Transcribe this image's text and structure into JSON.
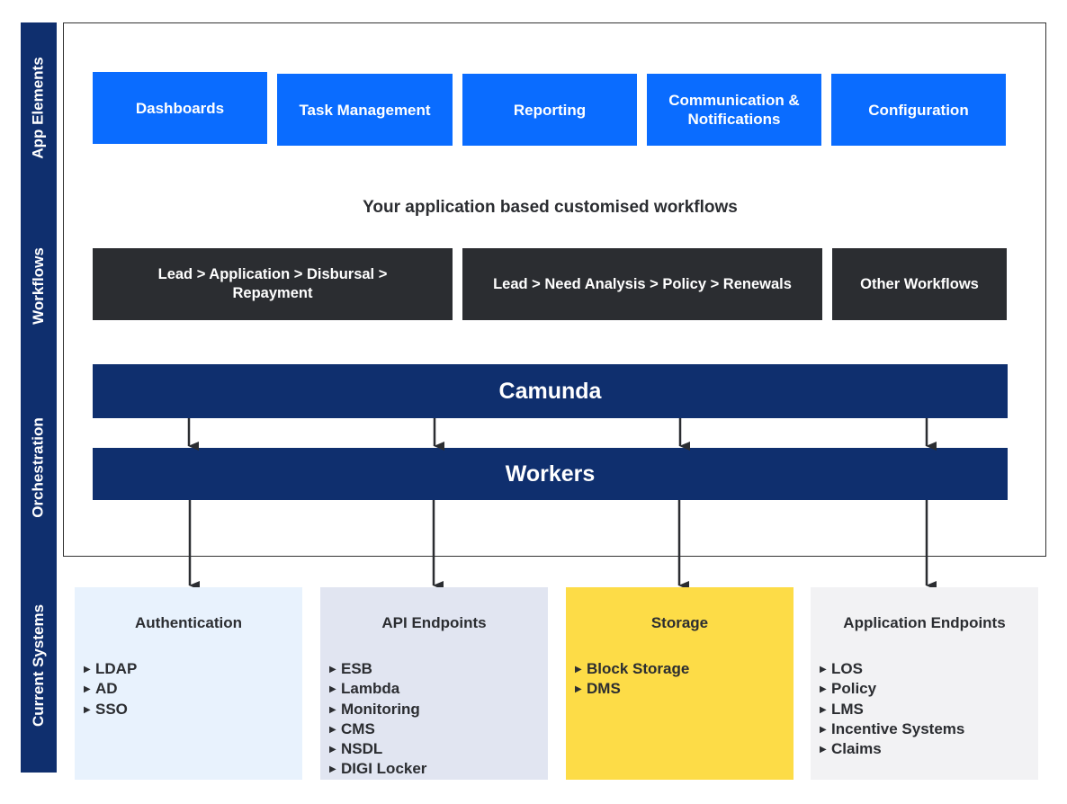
{
  "band_labels": {
    "app_elements": "App Elements",
    "workflows": "Workflows",
    "orchestration": "Orchestration",
    "current_systems": "Current Systems"
  },
  "app_elements": [
    "Dashboards",
    "Task Management",
    "Reporting",
    "Communication & Notifications",
    "Configuration"
  ],
  "workflows_subtitle": "Your application based customised workflows",
  "workflows": [
    "Lead > Application > Disbursal > Repayment",
    "Lead > Need Analysis > Policy > Renewals",
    "Other Workflows"
  ],
  "orchestration": {
    "engine": "Camunda",
    "workers": "Workers"
  },
  "systems": [
    {
      "title": "Authentication",
      "items": [
        "LDAP",
        "AD",
        "SSO"
      ]
    },
    {
      "title": "API Endpoints",
      "items": [
        "ESB",
        "Lambda",
        "Monitoring",
        "CMS",
        "NSDL",
        "DIGI Locker"
      ]
    },
    {
      "title": "Storage",
      "items": [
        "Block Storage",
        "DMS"
      ]
    },
    {
      "title": "Application Endpoints",
      "items": [
        "LOS",
        "Policy",
        "LMS",
        "Incentive Systems",
        "Claims"
      ]
    }
  ],
  "colors": {
    "band": "#0f2f6e",
    "app_box": "#0a6cff",
    "workflow_box": "#2b2d31",
    "orchestration_bar": "#0f2f6e",
    "auth_bg": "#e8f2fd",
    "api_bg": "#e1e5f1",
    "storage_bg": "#fddc47",
    "app_endpoints_bg": "#f2f2f4"
  }
}
